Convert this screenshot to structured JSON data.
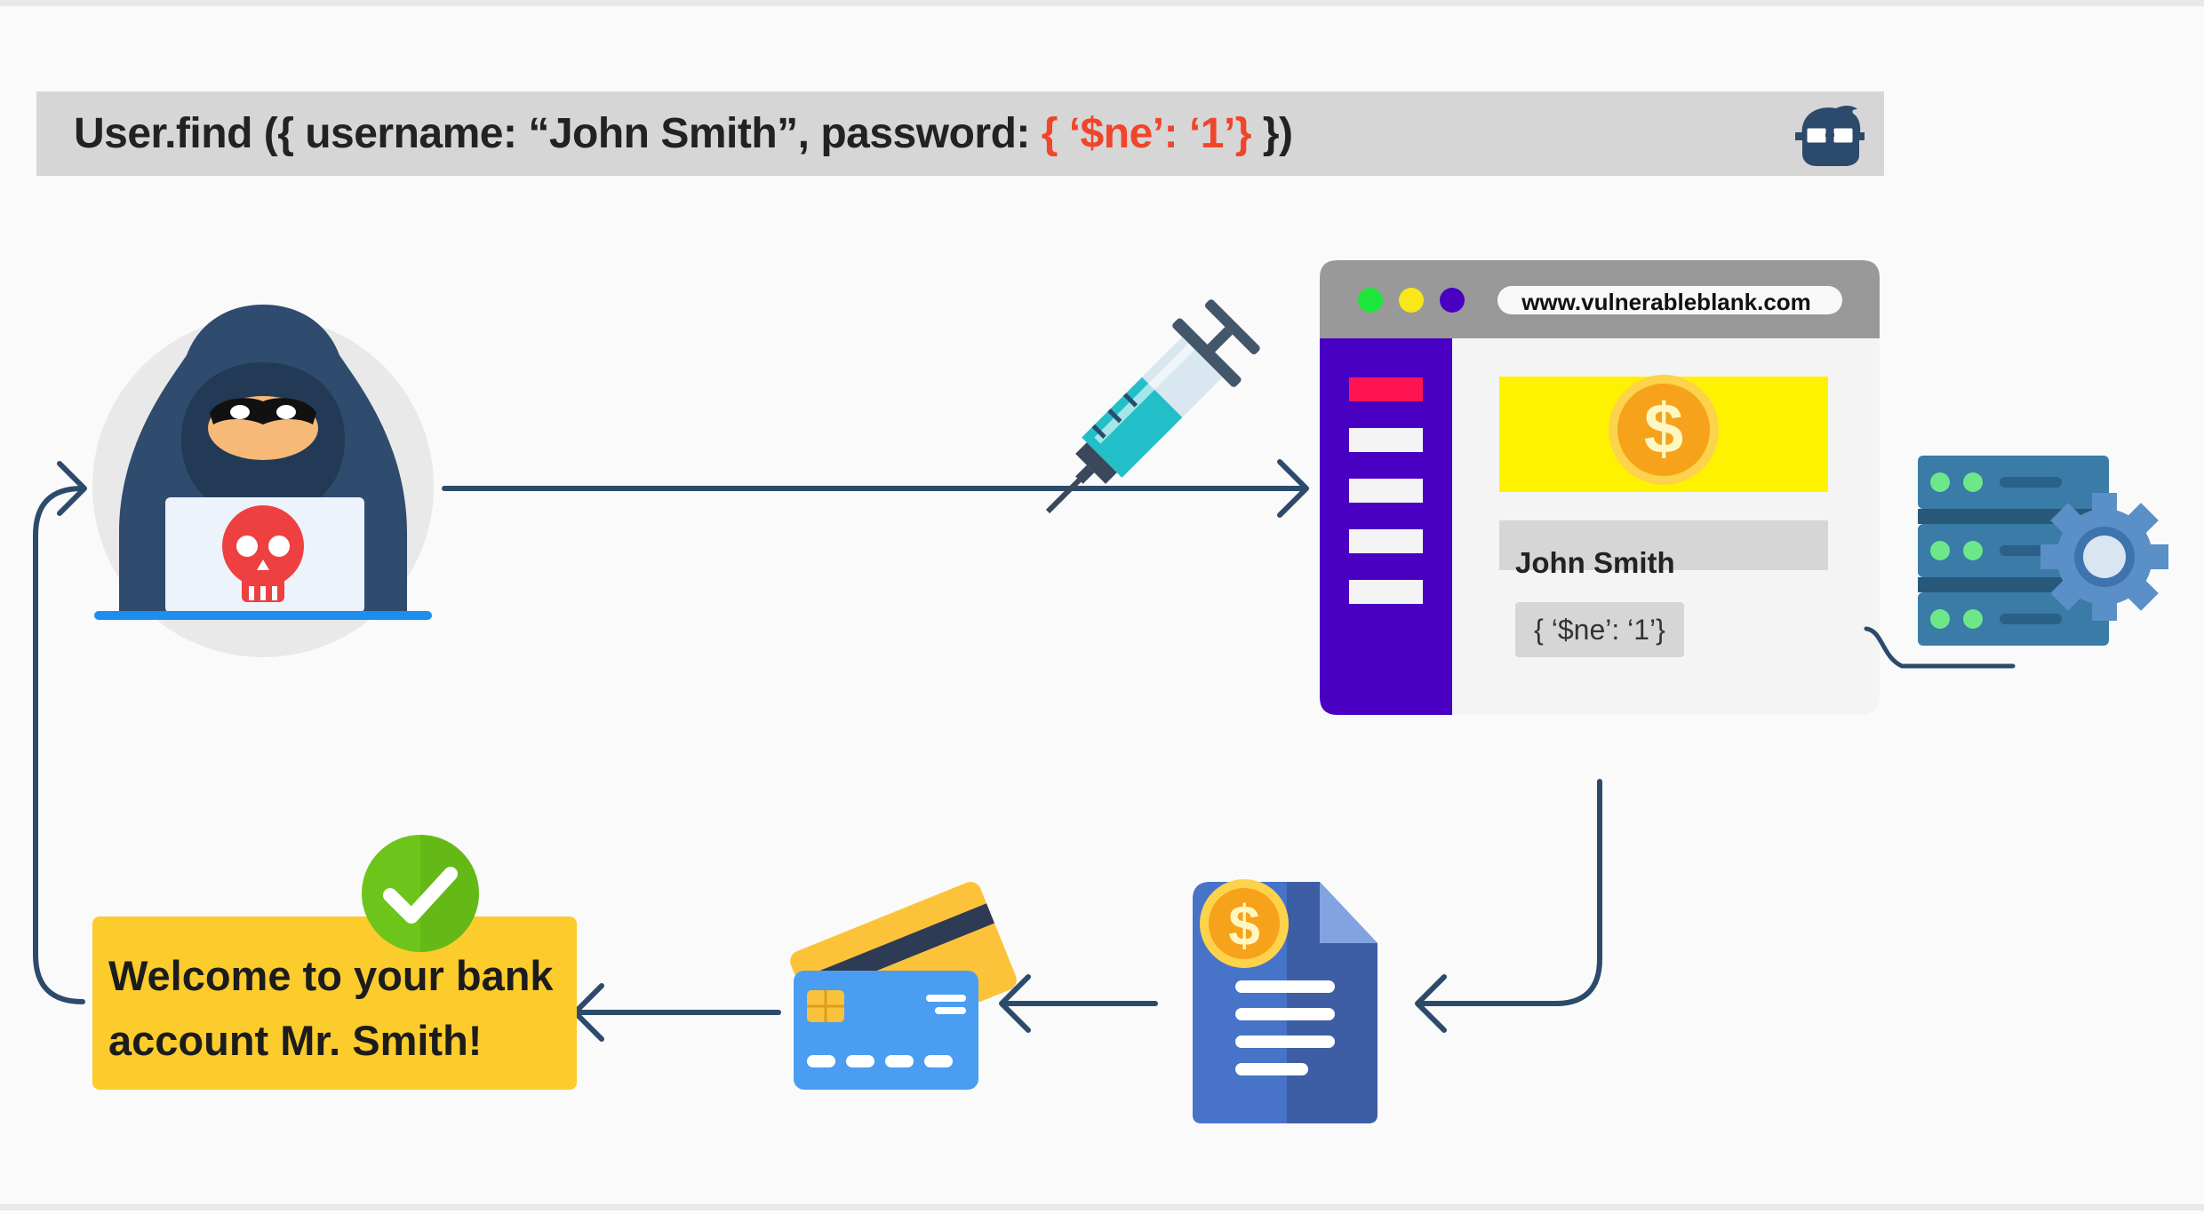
{
  "query": {
    "prefix": "User.find ({ username: “John Smith”, password: ",
    "payload": "{ ‘$ne’: ‘1’}",
    "suffix": " })"
  },
  "browser": {
    "url": "www.vulnerableblank.com",
    "username_value": "John Smith",
    "password_value": "{ ‘$ne’: ‘1’}"
  },
  "result": {
    "message": "Welcome to your bank account Mr. Smith!"
  },
  "icons": {
    "logo": "nerd-glasses-icon",
    "hacker": "hooded-hacker-icon",
    "syringe": "syringe-icon",
    "server": "server-gear-icon",
    "document": "money-document-icon",
    "cards": "credit-card-icon",
    "check": "check-badge-icon"
  },
  "colors": {
    "arrow": "#2c4b6b",
    "payload_highlight": "#f0452b",
    "browser_sidebar": "#4a00c2",
    "message_background": "#fccb2c"
  }
}
